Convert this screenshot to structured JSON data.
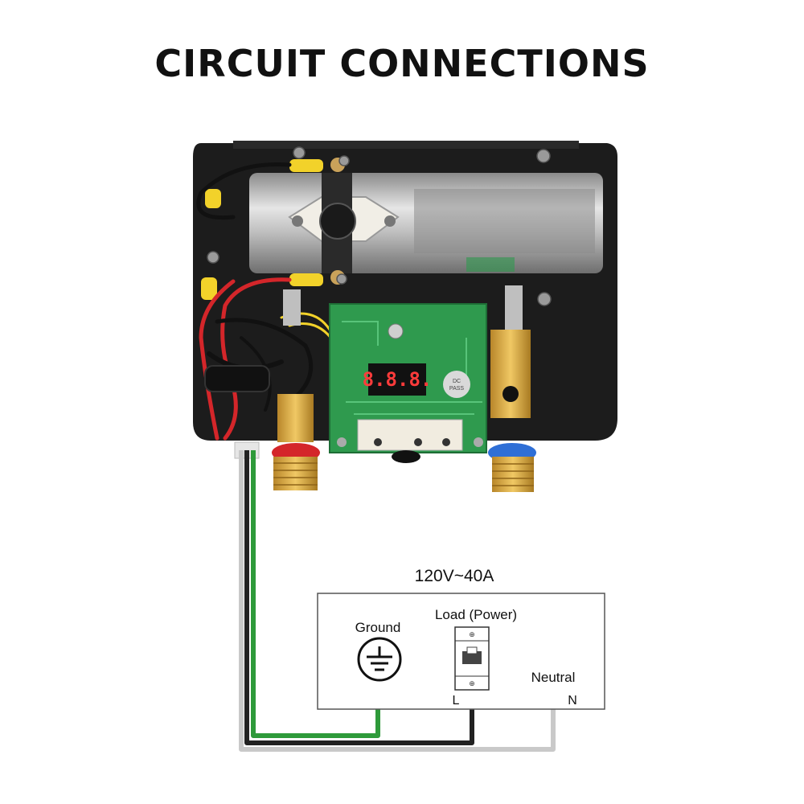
{
  "title": "CIRCUIT CONNECTIONS",
  "device": {
    "display_digits": "8.8.8.",
    "pcb_badge_line1": "DC",
    "pcb_badge_line2": "PASS"
  },
  "panel": {
    "rating": "120V~40A",
    "ground_label": "Ground",
    "load_label": "Load (Power)",
    "neutral_label": "Neutral",
    "terminal_l": "L",
    "terminal_n": "N"
  },
  "colors": {
    "ground_wire": "#2e9a3a",
    "live_wire": "#222222",
    "neutral_wire": "#c9c9c9",
    "pcb": "#2f9a4e",
    "housing": "#1c1c1c"
  }
}
